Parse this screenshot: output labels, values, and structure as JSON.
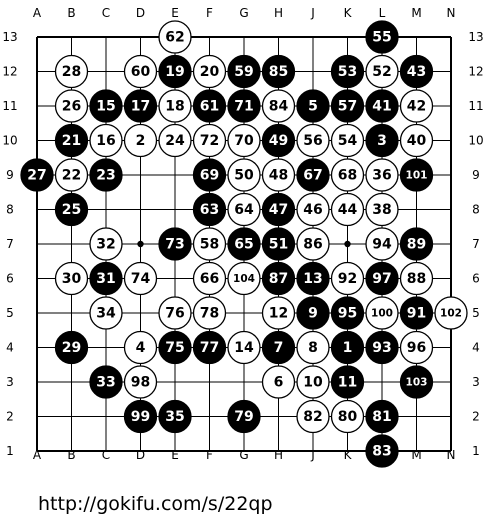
{
  "board": {
    "size": 13,
    "columns": [
      "A",
      "B",
      "C",
      "D",
      "E",
      "F",
      "G",
      "H",
      "J",
      "K",
      "L",
      "M",
      "N"
    ],
    "rows": [
      "13",
      "12",
      "11",
      "10",
      "9",
      "8",
      "7",
      "6",
      "5",
      "4",
      "3",
      "2",
      "1"
    ],
    "star_points": [
      "D7",
      "K7"
    ],
    "stones": [
      {
        "pt": "E13",
        "c": "w",
        "n": "62"
      },
      {
        "pt": "L13",
        "c": "b",
        "n": "55"
      },
      {
        "pt": "B12",
        "c": "w",
        "n": "28"
      },
      {
        "pt": "D12",
        "c": "w",
        "n": "60"
      },
      {
        "pt": "E12",
        "c": "b",
        "n": "19"
      },
      {
        "pt": "F12",
        "c": "w",
        "n": "20"
      },
      {
        "pt": "G12",
        "c": "b",
        "n": "59"
      },
      {
        "pt": "H12",
        "c": "b",
        "n": "85"
      },
      {
        "pt": "K12",
        "c": "b",
        "n": "53"
      },
      {
        "pt": "L12",
        "c": "w",
        "n": "52"
      },
      {
        "pt": "M12",
        "c": "b",
        "n": "43"
      },
      {
        "pt": "B11",
        "c": "w",
        "n": "26"
      },
      {
        "pt": "C11",
        "c": "b",
        "n": "15"
      },
      {
        "pt": "D11",
        "c": "b",
        "n": "17"
      },
      {
        "pt": "E11",
        "c": "w",
        "n": "18"
      },
      {
        "pt": "F11",
        "c": "b",
        "n": "61"
      },
      {
        "pt": "G11",
        "c": "b",
        "n": "71"
      },
      {
        "pt": "H11",
        "c": "w",
        "n": "84"
      },
      {
        "pt": "J11",
        "c": "b",
        "n": "5"
      },
      {
        "pt": "K11",
        "c": "b",
        "n": "57"
      },
      {
        "pt": "L11",
        "c": "b",
        "n": "41"
      },
      {
        "pt": "M11",
        "c": "w",
        "n": "42"
      },
      {
        "pt": "B10",
        "c": "b",
        "n": "21"
      },
      {
        "pt": "C10",
        "c": "w",
        "n": "16"
      },
      {
        "pt": "D10",
        "c": "w",
        "n": "2"
      },
      {
        "pt": "E10",
        "c": "w",
        "n": "24"
      },
      {
        "pt": "F10",
        "c": "w",
        "n": "72"
      },
      {
        "pt": "G10",
        "c": "w",
        "n": "70"
      },
      {
        "pt": "H10",
        "c": "b",
        "n": "49"
      },
      {
        "pt": "J10",
        "c": "w",
        "n": "56"
      },
      {
        "pt": "K10",
        "c": "w",
        "n": "54"
      },
      {
        "pt": "L10",
        "c": "b",
        "n": "3"
      },
      {
        "pt": "M10",
        "c": "w",
        "n": "40"
      },
      {
        "pt": "A9",
        "c": "b",
        "n": "27"
      },
      {
        "pt": "B9",
        "c": "w",
        "n": "22"
      },
      {
        "pt": "C9",
        "c": "b",
        "n": "23"
      },
      {
        "pt": "F9",
        "c": "b",
        "n": "69"
      },
      {
        "pt": "G9",
        "c": "w",
        "n": "50"
      },
      {
        "pt": "H9",
        "c": "w",
        "n": "48"
      },
      {
        "pt": "J9",
        "c": "b",
        "n": "67"
      },
      {
        "pt": "K9",
        "c": "w",
        "n": "68"
      },
      {
        "pt": "L9",
        "c": "w",
        "n": "36"
      },
      {
        "pt": "M9",
        "c": "b",
        "n": "101"
      },
      {
        "pt": "B8",
        "c": "b",
        "n": "25"
      },
      {
        "pt": "F8",
        "c": "b",
        "n": "63"
      },
      {
        "pt": "G8",
        "c": "w",
        "n": "64"
      },
      {
        "pt": "H8",
        "c": "b",
        "n": "47"
      },
      {
        "pt": "J8",
        "c": "w",
        "n": "46"
      },
      {
        "pt": "K8",
        "c": "w",
        "n": "44"
      },
      {
        "pt": "L8",
        "c": "w",
        "n": "38"
      },
      {
        "pt": "C7",
        "c": "w",
        "n": "32"
      },
      {
        "pt": "E7",
        "c": "b",
        "n": "73"
      },
      {
        "pt": "F7",
        "c": "w",
        "n": "58"
      },
      {
        "pt": "G7",
        "c": "b",
        "n": "65"
      },
      {
        "pt": "H7",
        "c": "b",
        "n": "51"
      },
      {
        "pt": "J7",
        "c": "w",
        "n": "86"
      },
      {
        "pt": "L7",
        "c": "w",
        "n": "94"
      },
      {
        "pt": "M7",
        "c": "b",
        "n": "89"
      },
      {
        "pt": "B6",
        "c": "w",
        "n": "30"
      },
      {
        "pt": "C6",
        "c": "b",
        "n": "31"
      },
      {
        "pt": "D6",
        "c": "w",
        "n": "74"
      },
      {
        "pt": "F6",
        "c": "w",
        "n": "66"
      },
      {
        "pt": "G6",
        "c": "w",
        "n": "104"
      },
      {
        "pt": "H6",
        "c": "b",
        "n": "87"
      },
      {
        "pt": "J6",
        "c": "b",
        "n": "13"
      },
      {
        "pt": "K6",
        "c": "w",
        "n": "92"
      },
      {
        "pt": "L6",
        "c": "b",
        "n": "97"
      },
      {
        "pt": "M6",
        "c": "w",
        "n": "88"
      },
      {
        "pt": "C5",
        "c": "w",
        "n": "34"
      },
      {
        "pt": "E5",
        "c": "w",
        "n": "76"
      },
      {
        "pt": "F5",
        "c": "w",
        "n": "78"
      },
      {
        "pt": "H5",
        "c": "w",
        "n": "12"
      },
      {
        "pt": "J5",
        "c": "b",
        "n": "9"
      },
      {
        "pt": "K5",
        "c": "b",
        "n": "95"
      },
      {
        "pt": "L5",
        "c": "w",
        "n": "100"
      },
      {
        "pt": "M5",
        "c": "b",
        "n": "91"
      },
      {
        "pt": "N5",
        "c": "w",
        "n": "102"
      },
      {
        "pt": "B4",
        "c": "b",
        "n": "29"
      },
      {
        "pt": "D4",
        "c": "w",
        "n": "4"
      },
      {
        "pt": "E4",
        "c": "b",
        "n": "75"
      },
      {
        "pt": "F4",
        "c": "b",
        "n": "77"
      },
      {
        "pt": "G4",
        "c": "w",
        "n": "14"
      },
      {
        "pt": "H4",
        "c": "b",
        "n": "7"
      },
      {
        "pt": "J4",
        "c": "w",
        "n": "8"
      },
      {
        "pt": "K4",
        "c": "b",
        "n": "1"
      },
      {
        "pt": "L4",
        "c": "b",
        "n": "93"
      },
      {
        "pt": "M4",
        "c": "w",
        "n": "96"
      },
      {
        "pt": "C3",
        "c": "b",
        "n": "33"
      },
      {
        "pt": "D3",
        "c": "w",
        "n": "98"
      },
      {
        "pt": "H3",
        "c": "w",
        "n": "6"
      },
      {
        "pt": "J3",
        "c": "w",
        "n": "10"
      },
      {
        "pt": "K3",
        "c": "b",
        "n": "11"
      },
      {
        "pt": "M3",
        "c": "b",
        "n": "103"
      },
      {
        "pt": "D2",
        "c": "b",
        "n": "99"
      },
      {
        "pt": "E2",
        "c": "b",
        "n": "35"
      },
      {
        "pt": "G2",
        "c": "b",
        "n": "79"
      },
      {
        "pt": "J2",
        "c": "w",
        "n": "82"
      },
      {
        "pt": "K2",
        "c": "w",
        "n": "80"
      },
      {
        "pt": "L2",
        "c": "b",
        "n": "81"
      },
      {
        "pt": "L1",
        "c": "b",
        "n": "83"
      }
    ]
  },
  "colors": {
    "background": "#ffffff",
    "grid": "#000000",
    "black_stone": "#000000",
    "white_stone": "#ffffff",
    "black_label": "#ffffff",
    "white_label": "#000000"
  },
  "footer": {
    "url": "http://gokifu.com/s/22qp"
  }
}
